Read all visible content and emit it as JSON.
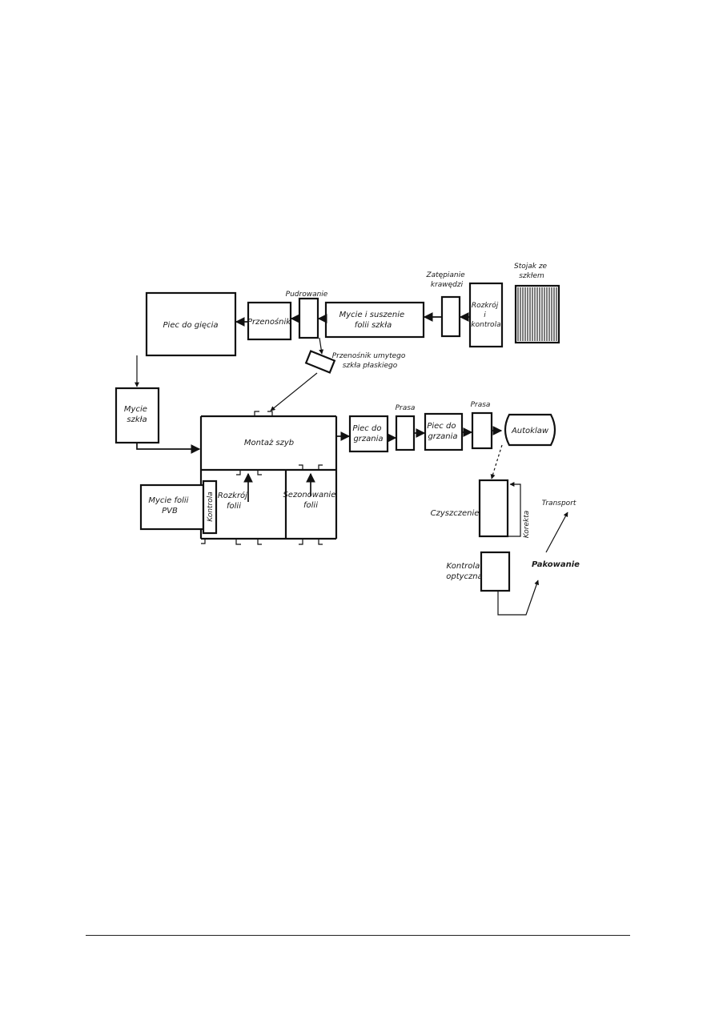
{
  "diagram": {
    "nodes": {
      "piec_giecia": [
        "Piec do gięcia"
      ],
      "przenosnik": [
        "Przenośnik"
      ],
      "pudrowanie": [
        "Pudrowanie"
      ],
      "mycie_suszenie": [
        "Mycie i suszenie",
        "folii szkła"
      ],
      "zatepianie": [
        "Zatępianie",
        "krawędzi"
      ],
      "rozkroj_kontrola": [
        "Rozkrój",
        "i",
        "kontrola"
      ],
      "stojak": [
        "Stojak ze",
        "szkłem"
      ],
      "przenosnik_umytego": [
        "Przenośnik umytego",
        "szkła płaskiego"
      ],
      "mycie_szkla": [
        "Mycie",
        "szkła"
      ],
      "montaz_szyb": [
        "Montaż szyb"
      ],
      "piec_grzania_1": [
        "Piec do",
        "grzania"
      ],
      "prasa_1": [
        "Prasa"
      ],
      "piec_grzania_2": [
        "Piec do",
        "grzania"
      ],
      "prasa_2": [
        "Prasa"
      ],
      "autoklaw": [
        "Autoklaw"
      ],
      "mycie_folii_pvb": [
        "Mycie folii",
        "PVB"
      ],
      "kontrola_side": [
        "Kontrola"
      ],
      "rozkroj_folii": [
        "Rozkrój",
        "folii"
      ],
      "sezonowanie_folii": [
        "Sezonowanie",
        "folii"
      ],
      "czyszczenie": [
        "Czyszczenie"
      ],
      "korekta": [
        "Korekta"
      ],
      "transport": [
        "Transport"
      ],
      "kontrola_optyczna": [
        "Kontrola",
        "optyczna"
      ],
      "pakowanie": [
        "Pakowanie"
      ]
    }
  }
}
